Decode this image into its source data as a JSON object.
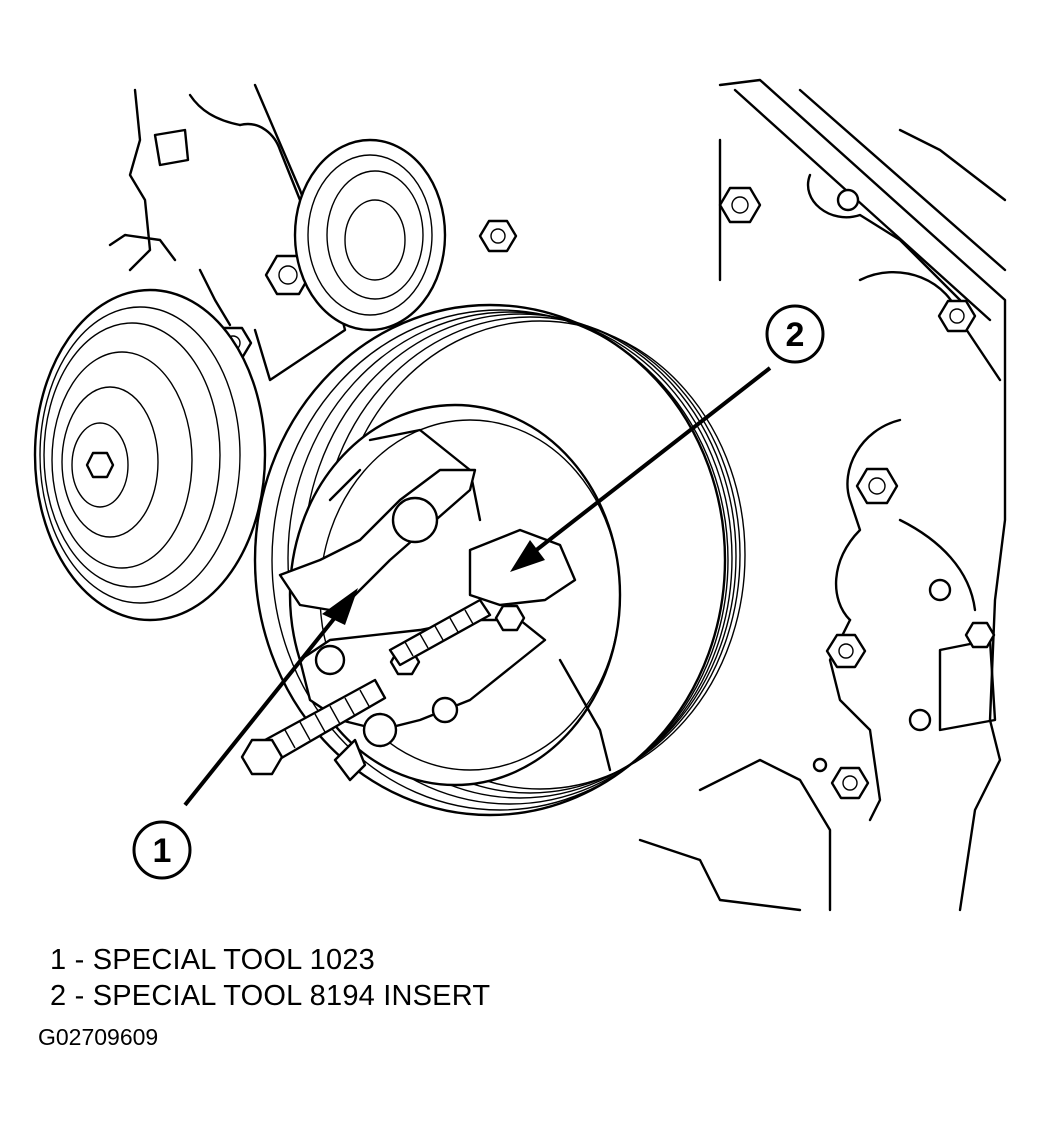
{
  "callouts": [
    {
      "number": "1"
    },
    {
      "number": "2"
    }
  ],
  "legend": [
    {
      "text": "1 - SPECIAL TOOL 1023"
    },
    {
      "text": "2 - SPECIAL TOOL 8194 INSERT"
    }
  ],
  "figure_id": "G02709609"
}
